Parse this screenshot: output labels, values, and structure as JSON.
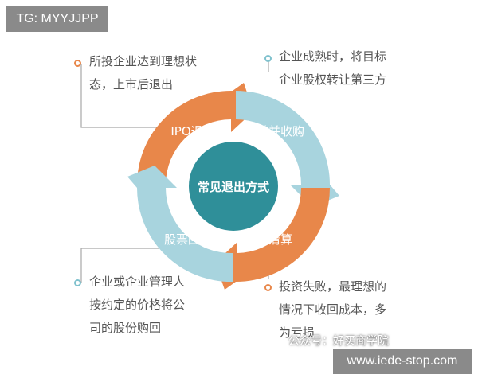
{
  "tag": "TG: MYYJJPP",
  "center": {
    "label": "常见退出方式"
  },
  "segments": {
    "ipo": "IPO退出",
    "merger": "兼并收购",
    "liquidation": "清算",
    "buyback": "股票回购"
  },
  "notes": {
    "ipo": [
      "所投企业达到理想状",
      "态，上市后退出"
    ],
    "merger": [
      "企业成熟时，将目标",
      "企业股权转让第三方"
    ],
    "buyback": [
      "企业或企业管理人",
      "按约定的价格将公",
      "司的股份购回"
    ],
    "liquidation": [
      "投资失败，最理想的",
      "情况下收回成本，多",
      "为亏损"
    ]
  },
  "watermark": "公众号：好买商学院",
  "url": "www.iede-stop.com",
  "colors": {
    "orange": "#E8874A",
    "teal_light": "#A8D4DE",
    "center": "#2F8F99",
    "connector": "#A8A8A8",
    "dot_orange": "#E8874A",
    "dot_teal": "#7FC1CD"
  }
}
